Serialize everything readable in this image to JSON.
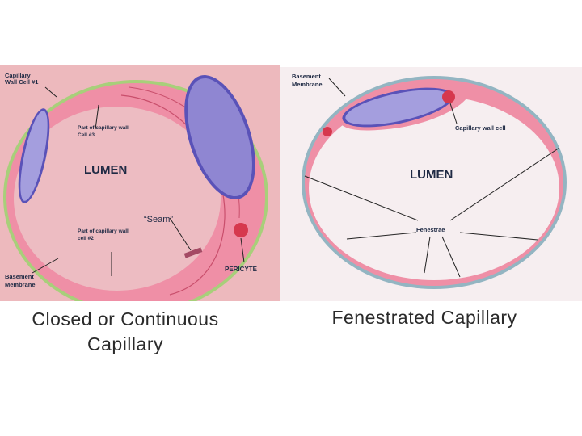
{
  "left_diagram": {
    "lumen": "LUMEN",
    "seam": "“Seam”",
    "wall_cell_1": [
      "Capillary",
      "Wall Cell #1"
    ],
    "wall_cell_3": [
      "Part of capillary wall",
      "Cell #3"
    ],
    "wall_cell_2": [
      "Part of capillary wall",
      "cell #2"
    ],
    "basement_membrane": [
      "Basement",
      "Membrane"
    ],
    "pericyte": "PERICYTE",
    "caption": [
      "Closed or Continuous",
      "Capillary"
    ]
  },
  "right_diagram": {
    "lumen": "LUMEN",
    "basement_membrane": [
      "Basement",
      "Membrane"
    ],
    "wall_cell": "Capillary wall cell",
    "fenestrae": "Fenestrae",
    "caption": "Fenestrated Capillary"
  },
  "colors": {
    "left_background": "#edb9bd",
    "right_background": "#f6eef0",
    "wall": "#ef8fa6",
    "nucleus": "#8f86d2",
    "basement_membrane": "#a8cf7a"
  }
}
